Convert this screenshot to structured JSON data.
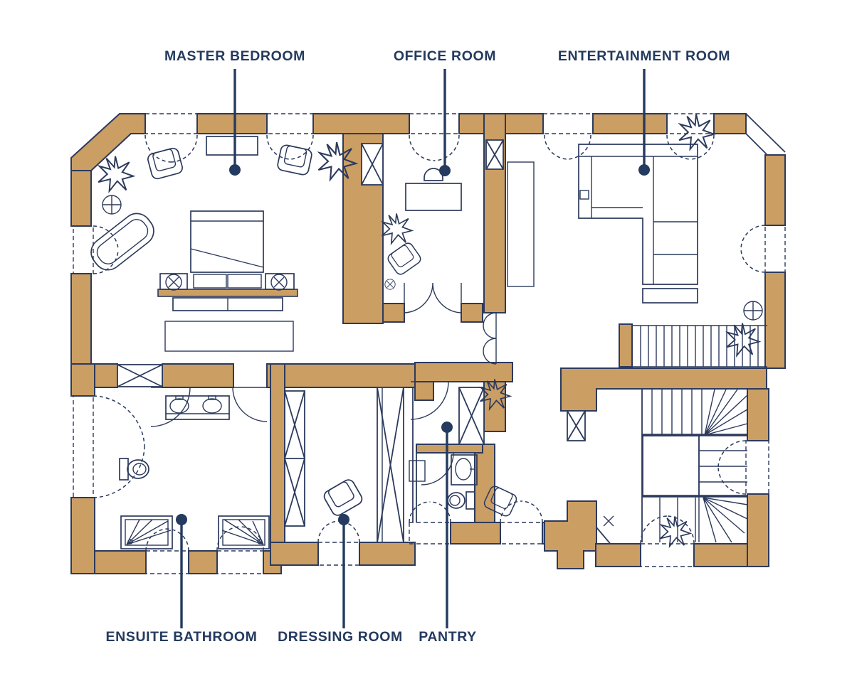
{
  "figure_type": "floor-plan",
  "palette": {
    "background": "#FFFFFF",
    "wall_fill": "#CB9E64",
    "line_color": "#2C3A5C",
    "label_color": "#243A5F"
  },
  "rooms": [
    {
      "id": "master-bedroom",
      "label": "MASTER BEDROOM"
    },
    {
      "id": "office-room",
      "label": "OFFICE ROOM"
    },
    {
      "id": "entertainment-room",
      "label": "ENTERTAINMENT ROOM"
    },
    {
      "id": "ensuite-bathroom",
      "label": "ENSUITE BATHROOM"
    },
    {
      "id": "dressing-room",
      "label": "DRESSING ROOM"
    },
    {
      "id": "pantry",
      "label": "PANTRY"
    }
  ],
  "callouts": [
    {
      "label": "MASTER BEDROOM",
      "text": [
        330,
        85
      ],
      "line": [
        330,
        97,
        330,
        232
      ],
      "dot": [
        330,
        239
      ],
      "position": "top"
    },
    {
      "label": "OFFICE ROOM",
      "text": [
        625,
        85
      ],
      "line": [
        625,
        97,
        625,
        233
      ],
      "dot": [
        625,
        240
      ],
      "position": "top"
    },
    {
      "label": "ENTERTAINMENT ROOM",
      "text": [
        905,
        85
      ],
      "line": [
        905,
        97,
        905,
        232
      ],
      "dot": [
        905,
        239
      ],
      "position": "top"
    },
    {
      "label": "ENSUITE BATHROOM",
      "text": [
        255,
        902
      ],
      "line": [
        255,
        884,
        255,
        738
      ],
      "dot": [
        255,
        731
      ],
      "position": "bottom"
    },
    {
      "label": "DRESSING ROOM",
      "text": [
        478,
        902
      ],
      "line": [
        483,
        884,
        483,
        738
      ],
      "dot": [
        483,
        731
      ],
      "position": "bottom"
    },
    {
      "label": "PANTRY",
      "text": [
        629,
        902
      ],
      "line": [
        628,
        884,
        628,
        608
      ],
      "dot": [
        628,
        601
      ],
      "position": "bottom"
    }
  ]
}
